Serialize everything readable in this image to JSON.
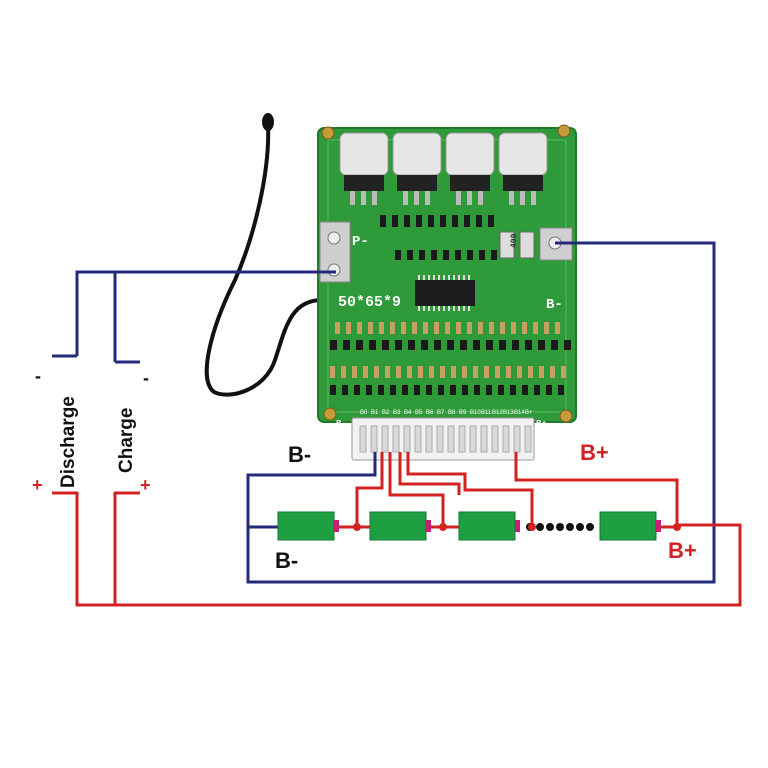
{
  "board": {
    "model_text": "50*65*9",
    "pin_labels": [
      "B0",
      "B1",
      "B2",
      "B3",
      "B4",
      "B5",
      "B6",
      "B7",
      "B8",
      "B9",
      "B10",
      "B11",
      "B12",
      "B13",
      "B14",
      "B+"
    ],
    "p_minus": "P-",
    "b_minus_silk": "B-",
    "b_minus_conn": "B-",
    "b_plus_conn": "B+",
    "resistor_code": "400"
  },
  "labels": {
    "discharge": "Discharge",
    "charge": "Charge",
    "minus": "-",
    "plus": "+",
    "b_minus_top": "B-",
    "b_minus_bottom": "B-",
    "b_plus_top": "B+",
    "b_plus_bottom": "B+"
  },
  "colors": {
    "wire_blue": "#232a7a",
    "wire_red": "#d32020",
    "pcb_green": "#2f9a3a",
    "cell_green": "#1ea042",
    "thermistor": "#111111"
  }
}
